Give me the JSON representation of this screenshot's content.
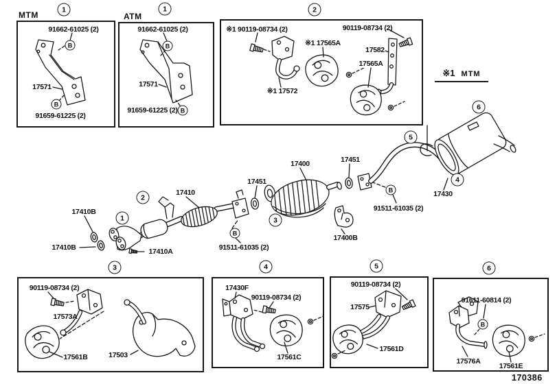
{
  "title_note": {
    "mark": "※1",
    "label": "MTM"
  },
  "footer": {
    "drawing_number": "170386"
  },
  "b": "B",
  "badges": {
    "one": "1",
    "two": "2",
    "three": "3",
    "four": "4",
    "five": "5",
    "six": "6"
  },
  "panel_mtm": {
    "corner": "MTM",
    "badge": "1",
    "bolt_top": "91662-61025 (2)",
    "part": "17571",
    "bolt_bottom": "91659-61225 (2)"
  },
  "panel_atm": {
    "corner": "ATM",
    "badge": "1",
    "bolt_top": "91662-61025 (2)",
    "part": "17571",
    "bolt_bottom": "91659-61225 (2)"
  },
  "panel_hangers": {
    "badge": "2",
    "bolt_left": "※1 90119-08734 (2)",
    "bolt_right": "90119-08734 (2)",
    "hanger_front": "※1 17565A",
    "bracket": "17582",
    "hanger_rear": "17565A",
    "pipe_support": "※1 17572"
  },
  "main": {
    "gasket_front_upper": "17410B",
    "gasket_front_lower": "17410B",
    "front_pipe": "17410",
    "bolt_front": "17410A",
    "nut_front": "91511-61035 (2)",
    "gasket_mid": "17451",
    "catalyst": "17400",
    "catalyst_bracket": "17400B",
    "gasket_rear": "17451",
    "nut_rear": "91511-61035 (2)",
    "tailpipe": "17430"
  },
  "panel_three": {
    "badge": "3",
    "bolt": "90119-08734 (2)",
    "bracket": "17573A",
    "hanger": "17561B",
    "protector": "17503"
  },
  "panel_four": {
    "badge": "4",
    "bracket": "17430F",
    "bolt": "90119-08734 (2)",
    "hanger": "17561C"
  },
  "panel_five": {
    "badge": "5",
    "bolt": "90119-08734 (2)",
    "bracket": "17575",
    "hanger": "17561D"
  },
  "panel_six": {
    "badge": "6",
    "bolt": "91611-60814 (2)",
    "marker": "B",
    "bracket": "17576A",
    "hanger": "17561E"
  }
}
